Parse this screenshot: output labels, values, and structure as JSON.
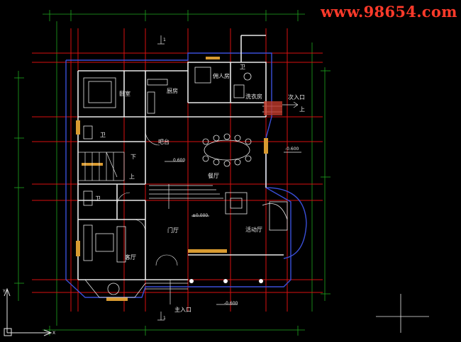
{
  "watermark": "www.98654.com",
  "labels": {
    "bedroom": "卧室",
    "kitchen": "厨房",
    "maid_room": "佣人房",
    "laundry": "洗衣房",
    "wc": "卫",
    "bar_counter": "吧台",
    "dining": "餐厅",
    "foyer": "门厅",
    "living": "客厅",
    "leisure_hall": "活动厅",
    "side_entrance": "次入口",
    "main_entrance": "主入口",
    "down": "下",
    "up": "上"
  },
  "levels": {
    "dining": "0.600",
    "foyer": "±0.000",
    "side_entry": "-0.600",
    "main_entry": "-0.600"
  },
  "sections": {
    "mark": "1"
  },
  "ucs": {
    "x": "X",
    "y": "Y"
  },
  "colors": {
    "background": "#000000",
    "axis_grid": "#d81010",
    "dimension_lines": "#1fa81f",
    "walls": "#e8e8e8",
    "boundary": "#3a4fd8",
    "watermark": "#ff3a2a"
  }
}
